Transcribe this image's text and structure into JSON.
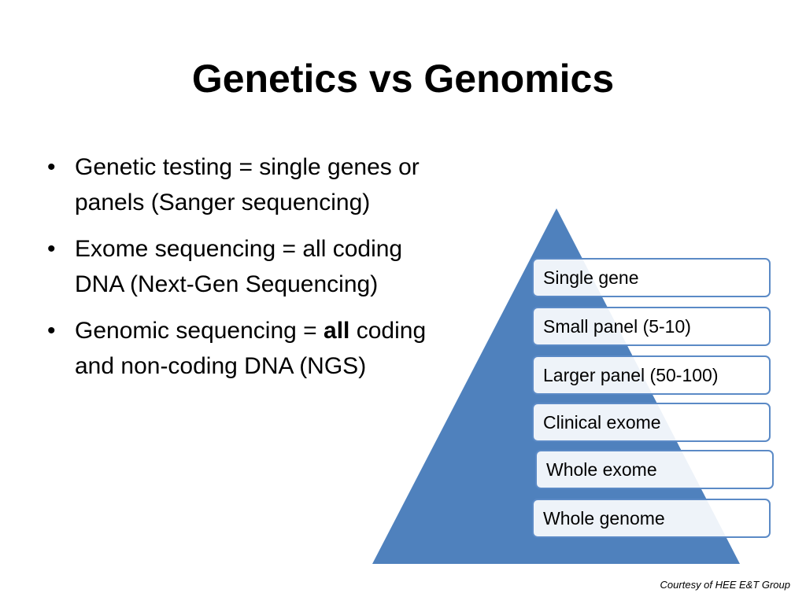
{
  "slide": {
    "title": "Genetics vs Genomics",
    "bullets": [
      {
        "text": "Genetic testing = single genes or panels (Sanger sequencing)"
      },
      {
        "text": "Exome sequencing = all coding DNA (Next-Gen Sequencing)"
      },
      {
        "pre": "Genomic sequencing = ",
        "bold": "all",
        "post": " coding and non-coding DNA (NGS)"
      }
    ],
    "bullet_symbol": "•"
  },
  "pyramid": {
    "fill_color": "#4f81bd",
    "border_color": "#5b8ac6",
    "levels": [
      "Single gene",
      "Small panel (5-10)",
      "Larger panel (50-100)",
      "Clinical exome",
      "Whole exome",
      "Whole genome"
    ]
  },
  "credit": "Courtesy of HEE E&T Group"
}
